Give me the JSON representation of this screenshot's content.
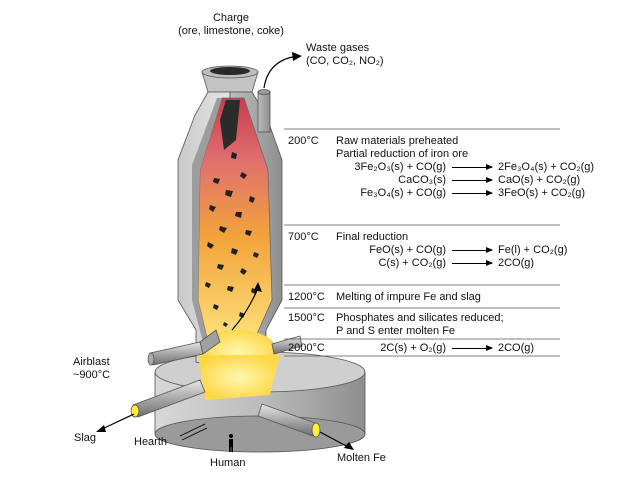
{
  "labels": {
    "charge_line1": "Charge",
    "charge_line2": "(ore, limestone, coke)",
    "waste_line1": "Waste gases",
    "waste_line2": "(CO, CO₂, NO₂)",
    "airblast_line1": "Airblast",
    "airblast_line2": "~900°C",
    "slag": "Slag",
    "hearth": "Hearth",
    "human": "Human",
    "molten_fe": "Molten Fe"
  },
  "zones": [
    {
      "temp": "200°C",
      "lines": [
        "Raw materials preheated",
        "Partial reduction of iron ore"
      ],
      "equations": [
        {
          "lhs": "3Fe₂O₃(s) + CO(g)",
          "rhs": "2Fe₃O₄(s) + CO₂(g)"
        },
        {
          "lhs": "CaCO₃(s)",
          "rhs": "CaO(s) + CO₂(g)"
        },
        {
          "lhs": "Fe₃O₄(s) + CO(g)",
          "rhs": "3FeO(s) + CO₂(g)"
        }
      ]
    },
    {
      "temp": "700°C",
      "lines": [
        "Final reduction"
      ],
      "equations": [
        {
          "lhs": "FeO(s) + CO(g)",
          "rhs": "Fe(l) + CO₂(g)"
        },
        {
          "lhs": "C(s) + CO₂(g)",
          "rhs": "2CO(g)"
        }
      ]
    },
    {
      "temp": "1200°C",
      "lines": [
        "Melting of impure Fe and slag"
      ],
      "equations": []
    },
    {
      "temp": "1500°C",
      "lines": [
        "Phosphates and silicates reduced;",
        "P and S enter molten Fe"
      ],
      "equations": []
    },
    {
      "temp": "2000°C",
      "lines": [],
      "equations": [
        {
          "lhs": "2C(s) + O₂(g)",
          "rhs": "2CO(g)"
        }
      ]
    }
  ],
  "colors": {
    "shell_light": "#d9d9d9",
    "shell_mid": "#b3b3b3",
    "shell_dark": "#8c8c8c",
    "flame_top": "#c83c50",
    "flame_mid": "#f2a33a",
    "flame_bottom": "#ffe680",
    "ore": "#222222",
    "tuyere_tip": "#ffee33"
  }
}
